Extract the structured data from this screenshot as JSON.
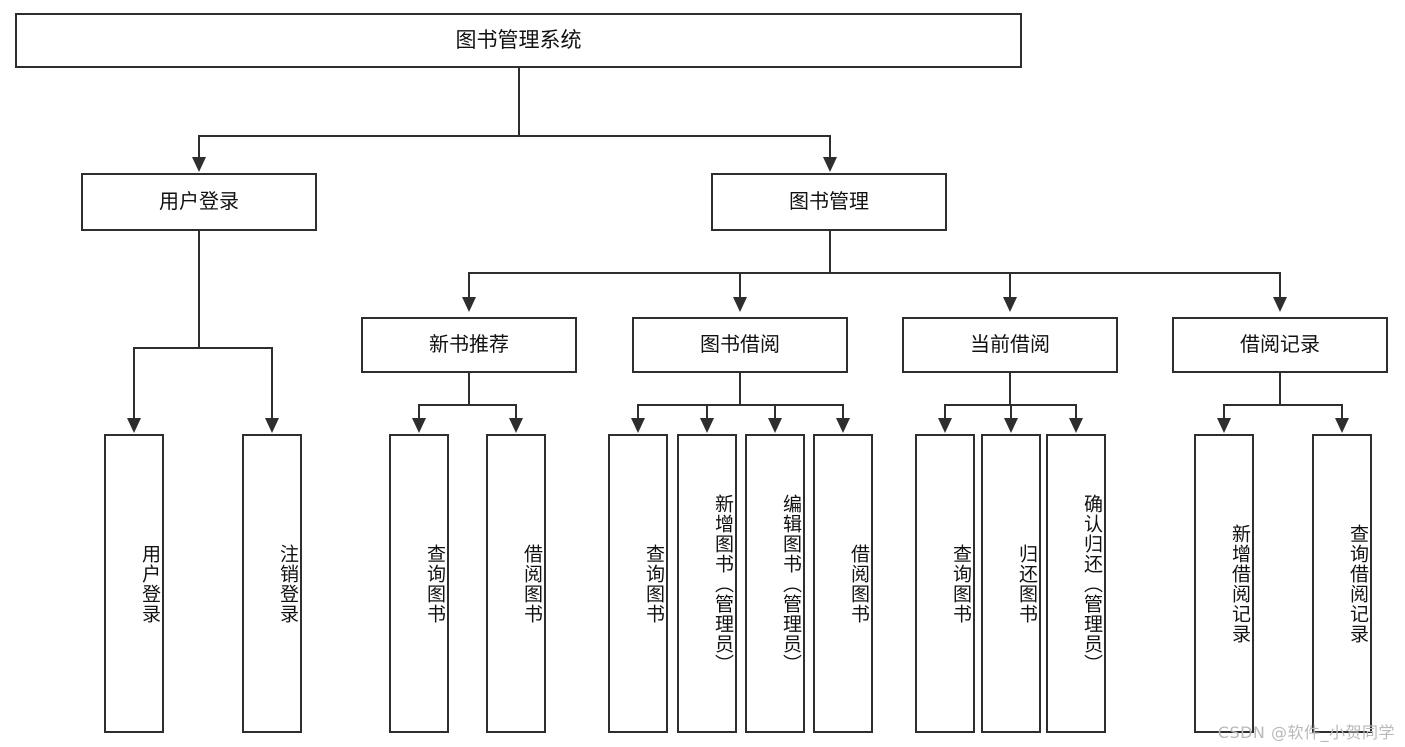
{
  "diagram": {
    "type": "tree",
    "title": "图书管理系统",
    "watermark": "CSDN @软件_小贺同学",
    "colors": {
      "stroke": "#2e2e2e",
      "fill": "#ffffff",
      "text": "#111111",
      "watermark": "#b9b9b9",
      "background": "#ffffff"
    },
    "root": {
      "label": "图书管理系统"
    },
    "level2": [
      {
        "label": "用户登录"
      },
      {
        "label": "图书管理"
      }
    ],
    "level3": [
      {
        "label": "新书推荐"
      },
      {
        "label": "图书借阅"
      },
      {
        "label": "当前借阅"
      },
      {
        "label": "借阅记录"
      }
    ],
    "leaves": {
      "user_login": [
        {
          "label": "用户登录"
        },
        {
          "label": "注销登录"
        }
      ],
      "new_book_recommend": [
        {
          "label": "查询图书"
        },
        {
          "label": "借阅图书"
        }
      ],
      "book_borrow": [
        {
          "label": "查询图书"
        },
        {
          "label": "新增图书（管理员）"
        },
        {
          "label": "编辑图书（管理员）"
        },
        {
          "label": "借阅图书"
        }
      ],
      "current_borrow": [
        {
          "label": "查询图书"
        },
        {
          "label": "归还图书"
        },
        {
          "label": "确认归还（管理员）"
        }
      ],
      "borrow_record": [
        {
          "label": "新增借阅记录"
        },
        {
          "label": "查询借阅记录"
        }
      ]
    }
  }
}
